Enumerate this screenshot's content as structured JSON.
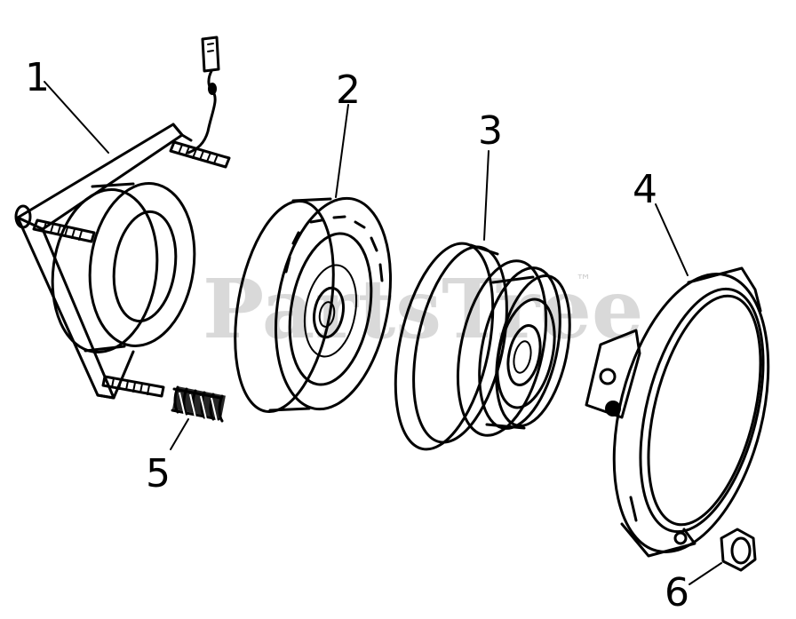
{
  "watermark": {
    "text": "PartsTree",
    "trademark": "™"
  },
  "callouts": [
    {
      "label": "1",
      "part": "field-coil-bracket"
    },
    {
      "label": "2",
      "part": "rotor"
    },
    {
      "label": "3",
      "part": "armature-pulley"
    },
    {
      "label": "4",
      "part": "brake-housing"
    },
    {
      "label": "5",
      "part": "spring"
    },
    {
      "label": "6",
      "part": "nut"
    }
  ]
}
